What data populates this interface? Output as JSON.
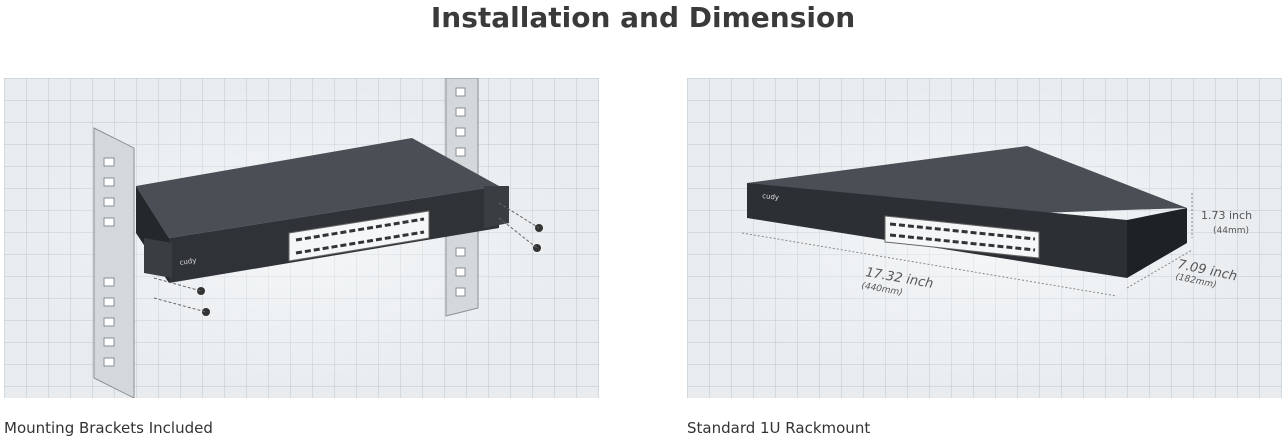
{
  "section_title": "Installation and Dimension",
  "panels": [
    {
      "caption": "Mounting Brackets Included",
      "logo_text": "cudy"
    },
    {
      "caption": "Standard 1U Rackmount",
      "logo_text": "cudy",
      "dimensions": {
        "width": "17.32 inch",
        "width_mm": "(440mm)",
        "depth": "7.09 inch",
        "depth_mm": "(182mm)",
        "height": "1.73 inch",
        "height_mm": "(44mm)"
      }
    }
  ]
}
